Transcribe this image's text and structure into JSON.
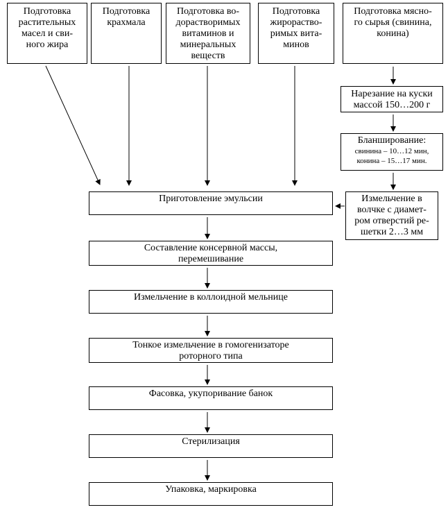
{
  "top_boxes": {
    "b1": [
      "Подготовка",
      "растительных",
      "масел и сви-",
      "ного жира"
    ],
    "b2": [
      "Подготовка",
      "крахмала"
    ],
    "b3": [
      "Подготовка во-",
      "дорастворимых",
      "витаминов и",
      "минеральных",
      "веществ"
    ],
    "b4": [
      "Подготовка",
      "жирораство-",
      "римых вита-",
      "минов"
    ],
    "b5": [
      "Подготовка мясно-",
      "го сырья (свинина,",
      "конина)"
    ]
  },
  "right_chain": {
    "cut": [
      "Нарезание на куски",
      "массой 150…200 г"
    ],
    "blanch_title": "Бланширование:",
    "blanch_lines": [
      "свинина – 10…12 мин,",
      "конина  – 15…17 мин."
    ],
    "grind": [
      "Измельчение в",
      "волчке с диамет-",
      "ром отверстий ре-",
      "шетки 2…3 мм"
    ]
  },
  "main_chain": {
    "emulsion": "Приготовление эмульсии",
    "compose": [
      "Составление консервной массы,",
      "перемешивание"
    ],
    "colloid": "Измельчение в коллоидной мельнице",
    "homogenizer": [
      "Тонкое измельчение в гомогенизаторе",
      "роторного типа"
    ],
    "packing": "Фасовка, укупоривание банок",
    "sterilization": "Стерилизация",
    "labeling": "Упаковка, маркировка"
  }
}
